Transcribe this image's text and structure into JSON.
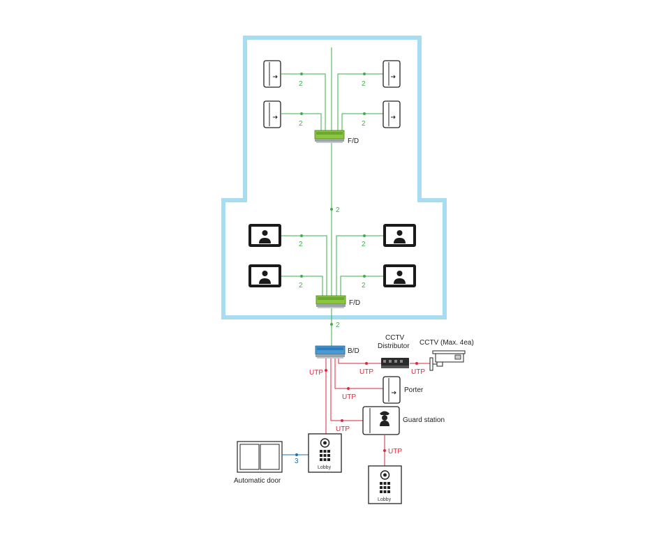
{
  "colors": {
    "building_outline": "#a8dcf2",
    "green_line": "#3bb04a",
    "red_line": "#e0263a",
    "blue_line": "#1a6fb5",
    "device_stroke": "#222222"
  },
  "wire_counts": {
    "green": "2",
    "blue": "3"
  },
  "cable_label": "UTP",
  "labels": {
    "fd_upper": "F/D",
    "fd_lower": "F/D",
    "bd": "B/D",
    "cctv_distributor_line1": "CCTV",
    "cctv_distributor_line2": "Distributor",
    "cctv_camera": "CCTV (Max. 4ea)",
    "porter": "Porter",
    "guard_station": "Guard station",
    "automatic_door": "Automatic door",
    "lobby_left": "Lobby",
    "lobby_bottom": "Lobby"
  },
  "icons": {
    "handset": "interphone-handset-icon",
    "monitor": "video-monitor-icon",
    "camera": "cctv-camera-icon",
    "keypad": "keypad-icon",
    "guard": "guard-icon"
  }
}
